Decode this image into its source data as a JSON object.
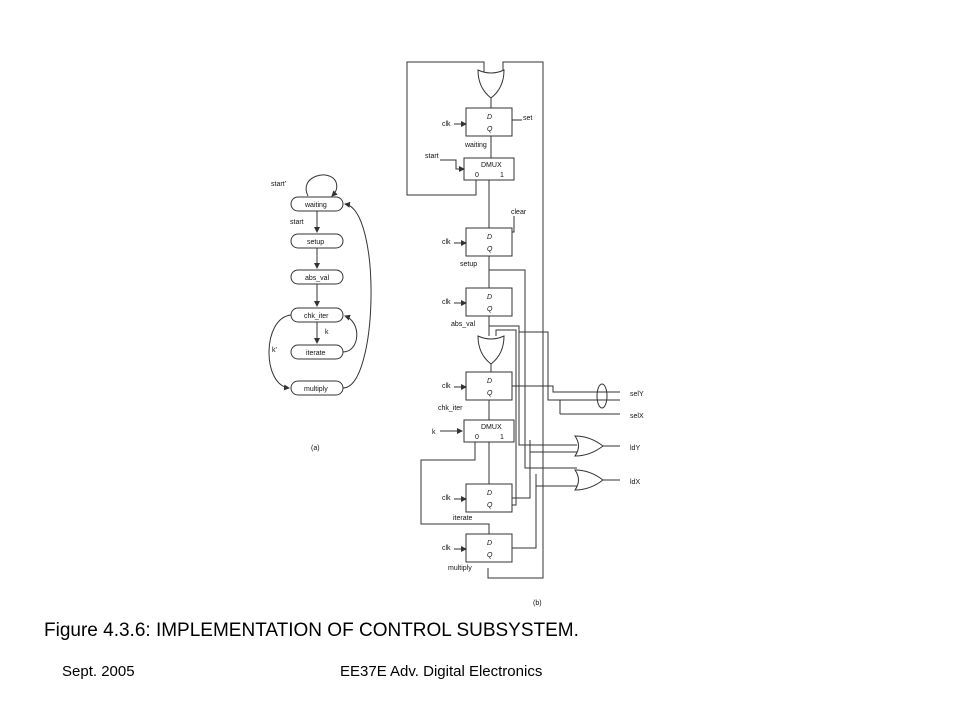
{
  "caption": "Figure 4.3.6: IMPLEMENTATION OF CONTROL SUBSYSTEM.",
  "footer": {
    "date": "Sept. 2005",
    "course": "EE37E Adv. Digital Electronics"
  },
  "diagram_a": {
    "sublabel": "(a)",
    "states": [
      "waiting",
      "setup",
      "abs_val",
      "chk_iter",
      "iterate",
      "multiply"
    ],
    "transitions": {
      "start_prime": "start'",
      "start": "start",
      "k": "k",
      "k_prime": "k'"
    }
  },
  "diagram_b": {
    "sublabel": "(b)",
    "clk": "clk",
    "d": "D",
    "q": "Q",
    "dmux": "DMUX",
    "zero": "0",
    "one": "1",
    "start": "start",
    "k": "k",
    "clear": "clear",
    "set": "set",
    "states": [
      "waiting",
      "setup",
      "abs_val",
      "chk_iter",
      "iterate",
      "multiply"
    ],
    "outputs": [
      "selY",
      "selX",
      "ldY",
      "ldX"
    ]
  }
}
